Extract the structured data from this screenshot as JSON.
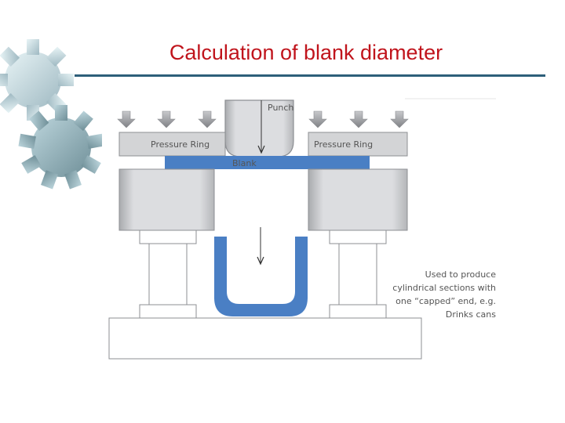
{
  "slide": {
    "title": "Calculation of blank diameter",
    "colors": {
      "title": "#c0141c",
      "rule": "#2d5f7a",
      "blank": "#4a7fc4",
      "block": "#d3d4d6"
    }
  },
  "diagram": {
    "labels": {
      "punch": "Punch",
      "pressure_ring_left": "Pressure Ring",
      "pressure_ring_right": "Pressure Ring",
      "blank": "Blank"
    },
    "note_lines": [
      "Used to produce",
      "cylindrical  sections with",
      "one “capped” end, e.g.",
      "Drinks cans"
    ]
  },
  "decor": {
    "icon": "gear-icon"
  }
}
